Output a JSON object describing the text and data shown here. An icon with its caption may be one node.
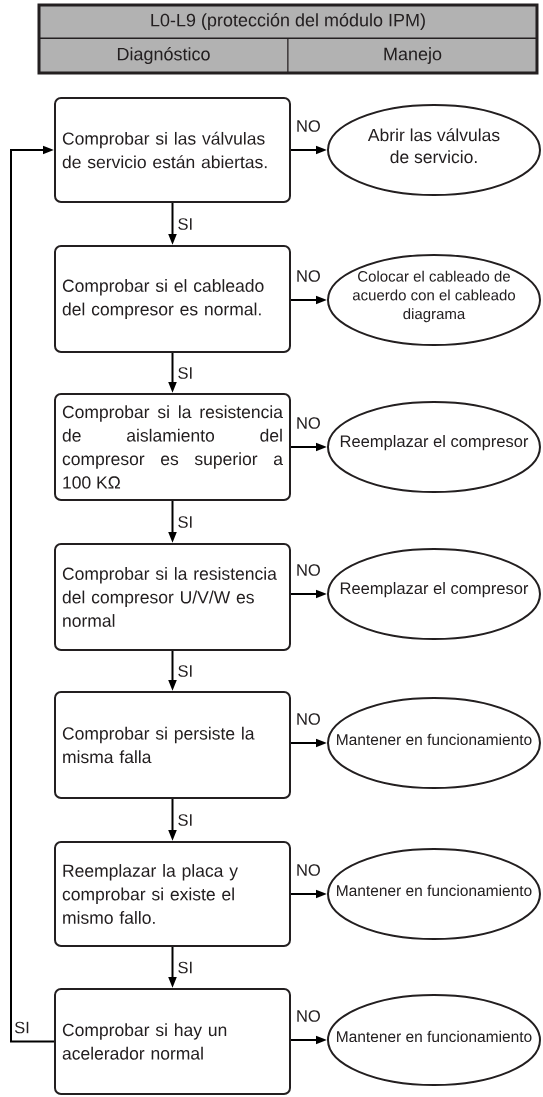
{
  "diagram": {
    "nodes": [
      {
        "text": [
          "L0-L9 (protección del módulo IPM)"
        ]
      },
      {
        "text": [
          "Diagnóstico"
        ]
      },
      {
        "text": [
          "Manejo"
        ]
      },
      {
        "text": [
          "Comprobar si las válvulas de servicio están abiertas."
        ]
      },
      {
        "text": [
          "Abrir las válvulas de servicio."
        ]
      },
      {
        "text": [
          "Comprobar si el cableado del compresor es normal."
        ]
      },
      {
        "text": [
          "Colocar el cableado de acuerdo con el cableado diagrama"
        ]
      },
      {
        "text": [
          "Comprobar si la resistencia de aislamiento del compresor es superior a 100 KΩ"
        ]
      },
      {
        "text": [
          "Reemplazar el compresor"
        ]
      },
      {
        "text": [
          "Comprobar si la resistencia del compresor U/V/W es normal"
        ]
      },
      {
        "text": [
          "Reemplazar el compresor"
        ]
      },
      {
        "text": [
          "Comprobar si persiste la misma falla"
        ]
      },
      {
        "text": [
          "Mantener en funcionamiento"
        ]
      },
      {
        "text": [
          "Reemplazar la placa y comprobar si existe el mismo fallo."
        ]
      },
      {
        "text": [
          "Mantener en funcionamiento"
        ]
      },
      {
        "text": [
          "Comprobar si hay un acelerador normal"
        ]
      },
      {
        "text": [
          "Mantener en funcionamiento"
        ]
      }
    ],
    "edges": [
      {
        "from": 3,
        "to": 4,
        "label": "NO",
        "arrow": "to"
      },
      {
        "from": 3,
        "to": 5,
        "label": "SI",
        "arrow": "to"
      },
      {
        "from": 5,
        "to": 6,
        "label": "NO",
        "arrow": "to"
      },
      {
        "from": 5,
        "to": 7,
        "label": "SI",
        "arrow": "to"
      },
      {
        "from": 7,
        "to": 8,
        "label": "NO",
        "arrow": "to"
      },
      {
        "from": 7,
        "to": 9,
        "label": "SI",
        "arrow": "to"
      },
      {
        "from": 9,
        "to": 10,
        "label": "NO",
        "arrow": "to"
      },
      {
        "from": 9,
        "to": 11,
        "label": "SI",
        "arrow": "to"
      },
      {
        "from": 11,
        "to": 12,
        "label": "NO",
        "arrow": "to"
      },
      {
        "from": 11,
        "to": 13,
        "label": "SI",
        "arrow": "to"
      },
      {
        "from": 13,
        "to": 14,
        "label": "NO",
        "arrow": "to"
      },
      {
        "from": 13,
        "to": 15,
        "label": "SI",
        "arrow": "to"
      },
      {
        "from": 15,
        "to": 16,
        "label": "NO",
        "arrow": "to"
      },
      {
        "from": 15,
        "to": 3,
        "label": "SI",
        "arrow": "to"
      }
    ]
  }
}
